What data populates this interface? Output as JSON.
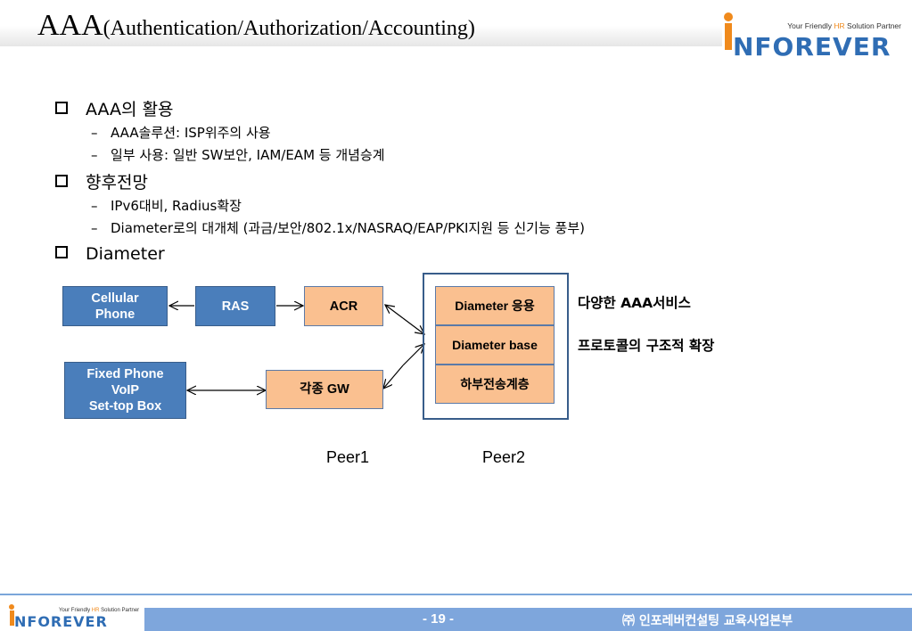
{
  "slide": {
    "title_main": "AAA",
    "title_sub": "(Authentication/Authorization/Accounting)"
  },
  "logo": {
    "tagline_pre": "Your Friendly ",
    "tagline_hr": "HR",
    "tagline_post": " Solution Partner",
    "wordmark": "NFOREVER"
  },
  "bullets": [
    {
      "text": "AAA의 활용",
      "subs": [
        "AAA솔루션: ISP위주의 사용",
        "일부 사용: 일반 SW보안, IAM/EAM 등 개념승계"
      ]
    },
    {
      "text": "향후전망",
      "subs": [
        "IPv6대비, Radius확장",
        "Diameter로의 대개체 (과금/보안/802.1x/NASRAQ/EAP/PKI지원 등 신기능 풍부)"
      ]
    },
    {
      "text": "Diameter",
      "subs": []
    }
  ],
  "diagram": {
    "cellular_phone": "Cellular\nPhone",
    "ras": "RAS",
    "acr": "ACR",
    "fixed_phone": "Fixed   Phone\nVoIP\nSet-top Box",
    "gw": "각종 GW",
    "stack": [
      "Diameter 응용",
      "Diameter base",
      "하부전송계층"
    ],
    "side_labels": [
      "다양한 AAA서비스",
      "프로토콜의 구조적 확장"
    ],
    "peers": [
      "Peer1",
      "Peer2"
    ]
  },
  "footer": {
    "page": "- 19 -",
    "company": "㈜ 인포레버컨설팅 교육사업본부",
    "logo_tagline_pre": "Your Friendly ",
    "logo_tagline_hr": "HR",
    "logo_tagline_post": " Solution Partner",
    "logo_wordmark": "NFOREVER"
  },
  "colors": {
    "blue_box": "#4a7ebb",
    "peach_box": "#fac090",
    "footer_bar": "#7ea6dc",
    "logo_orange": "#f08a1c",
    "logo_blue": "#2f6db4"
  }
}
